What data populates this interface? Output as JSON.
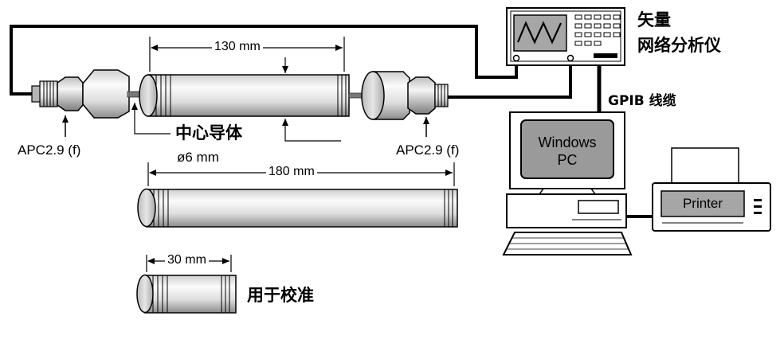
{
  "labels": {
    "vna": [
      "矢量",
      "网络分析仪"
    ],
    "gpib": "GPIB 线缆",
    "center_conductor": "中心导体",
    "diameter": "ø6 mm",
    "connector_left": "APC2.9 (f)",
    "connector_right": "APC2.9 (f)",
    "computer": [
      "Windows",
      "PC"
    ],
    "printer": "Printer",
    "calibration": "用于校准"
  },
  "dimensions": {
    "long_line": "130 mm",
    "spare_line": "180 mm",
    "short_line": "30 mm"
  },
  "colors": {
    "line": "#000000",
    "tube_light": "#f2f2f2",
    "tube_dark": "#9a9a9a",
    "screen": "#9a9a9a"
  }
}
